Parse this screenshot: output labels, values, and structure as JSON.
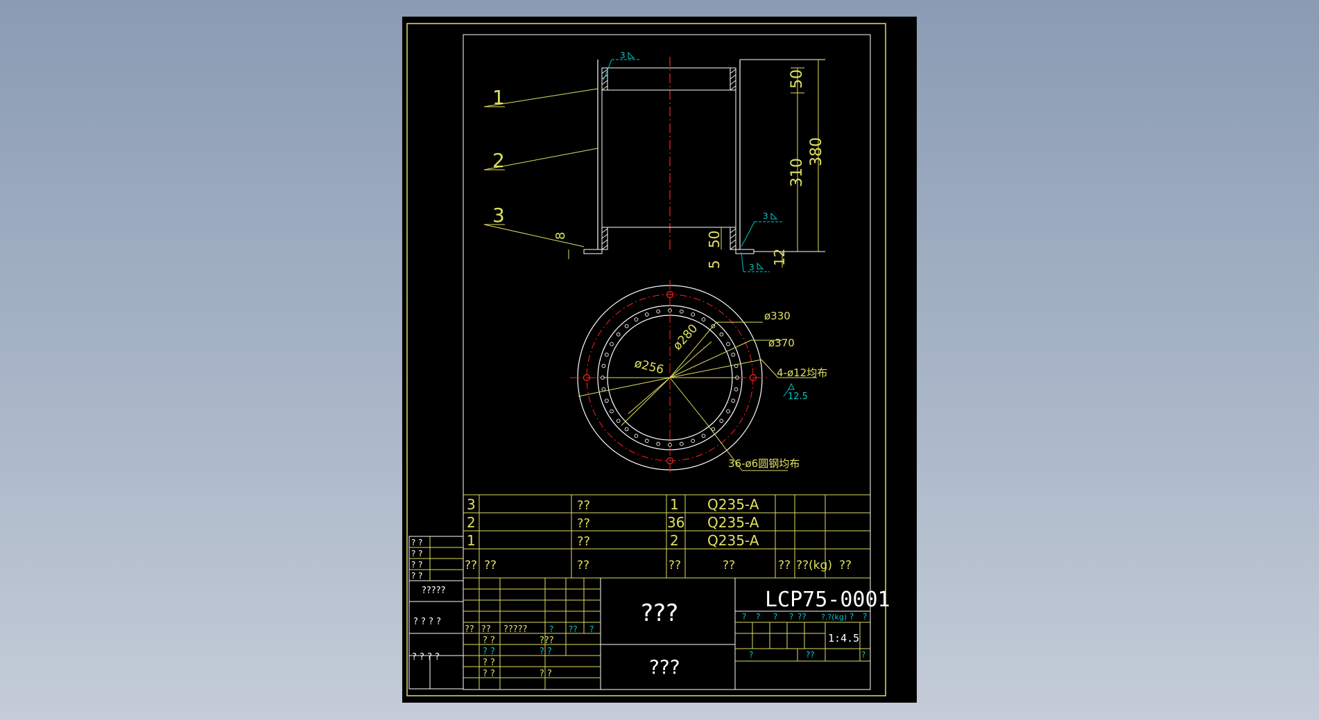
{
  "parts_labels": [
    "1",
    "2",
    "3"
  ],
  "dimensions": {
    "flange_height": "50",
    "tube_height": "310",
    "total_height": "380",
    "bottom_height": "50",
    "plate_thickness": "8",
    "bottom_gap": "5",
    "bottom_offset": "12",
    "weld_1": "3",
    "weld_2": "3",
    "weld_3": "3"
  },
  "plan_view": {
    "d330": "ø330",
    "d370": "ø370",
    "d280": "ø280",
    "d256": "ø256",
    "holes_large": "4-ø12均布",
    "roughness": "12.5",
    "holes_small": "36-ø6圆钢均布"
  },
  "bom": {
    "rows": [
      {
        "no": "3",
        "name": "??",
        "qty": "1",
        "material": "Q235-A"
      },
      {
        "no": "2",
        "name": "??",
        "qty": "36",
        "material": "Q235-A"
      },
      {
        "no": "1",
        "name": "??",
        "qty": "2",
        "material": "Q235-A"
      }
    ],
    "header": {
      "c1": "??",
      "c2": "??",
      "c3": "??",
      "c4": "??",
      "c5": "??",
      "c6": "??",
      "c7": "??(kg)",
      "c8": "??"
    }
  },
  "title_block": {
    "drawing_no": "LCP75-0001",
    "name_top": "???",
    "name_bottom": "???",
    "scale": "1:4.5",
    "weight_label": "?.?(kg)",
    "row_q": "?",
    "sign_rows": [
      "? ?",
      "? ?",
      "? ?",
      "? ?"
    ],
    "left_label_1": "?????",
    "left_label_2": "? ? ? ?",
    "left_label_3": "? ? ? ?",
    "rev_header": [
      "??",
      "??",
      "?????",
      "?",
      "??",
      "?"
    ],
    "rev_rows": [
      [
        "? ?",
        "???"
      ],
      [
        "? ?",
        "? ?"
      ],
      [
        "? ?",
        ""
      ],
      [
        "? ?",
        "? ?"
      ]
    ],
    "mark_row": [
      "?",
      "?",
      "?",
      "?",
      "??",
      "?",
      "?"
    ],
    "sheet_row": [
      "?",
      "??",
      "?"
    ]
  },
  "colors": {
    "background_top": "#8a9bb3",
    "sheet": "#000000",
    "line_white": "#ffffff",
    "border_yellow": "#e0e060",
    "dim_yellow": "#ffff00",
    "center_red": "#ff2020",
    "weld_cyan": "#00c8c8",
    "table_yellow": "#d8d850"
  }
}
